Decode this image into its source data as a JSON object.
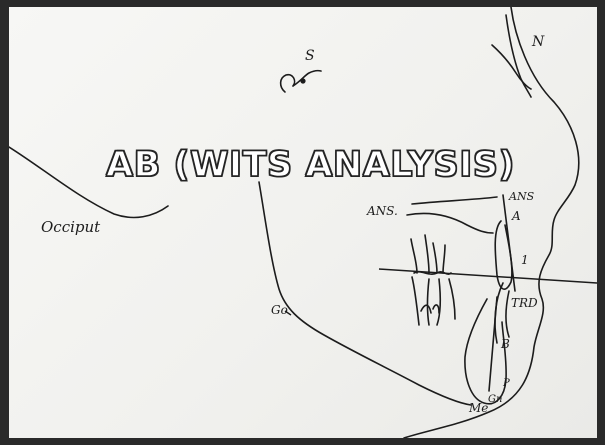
{
  "slide": {
    "title": "AB (WITS ANALYSIS)"
  },
  "landmarks": {
    "nasion": "N",
    "sella": "S",
    "occiput": "Occiput",
    "ans_right": "ANS",
    "ans_left": "ANS.",
    "point_a": "A",
    "incisor": "1",
    "trd": "TRD",
    "point_b": "B",
    "gonion": "Go",
    "menton": "Me",
    "gnathion": "Gn",
    "pogonion": "P"
  }
}
